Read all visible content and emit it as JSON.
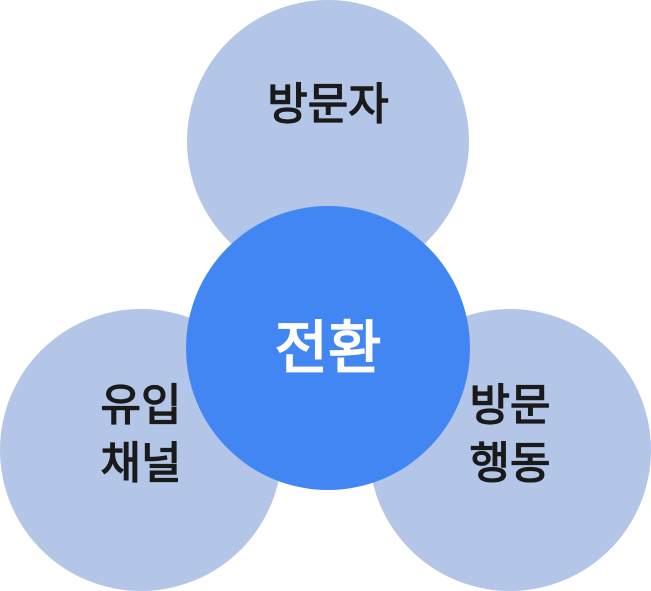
{
  "diagram": {
    "center": {
      "label": "전환",
      "color": "#4286f4"
    },
    "nodes": [
      {
        "label": "방문자",
        "color": "#b4c6e7"
      },
      {
        "label": "유입\n채널",
        "color": "#b4c6e7"
      },
      {
        "label": "방문\n행동",
        "color": "#b4c6e7"
      }
    ]
  }
}
